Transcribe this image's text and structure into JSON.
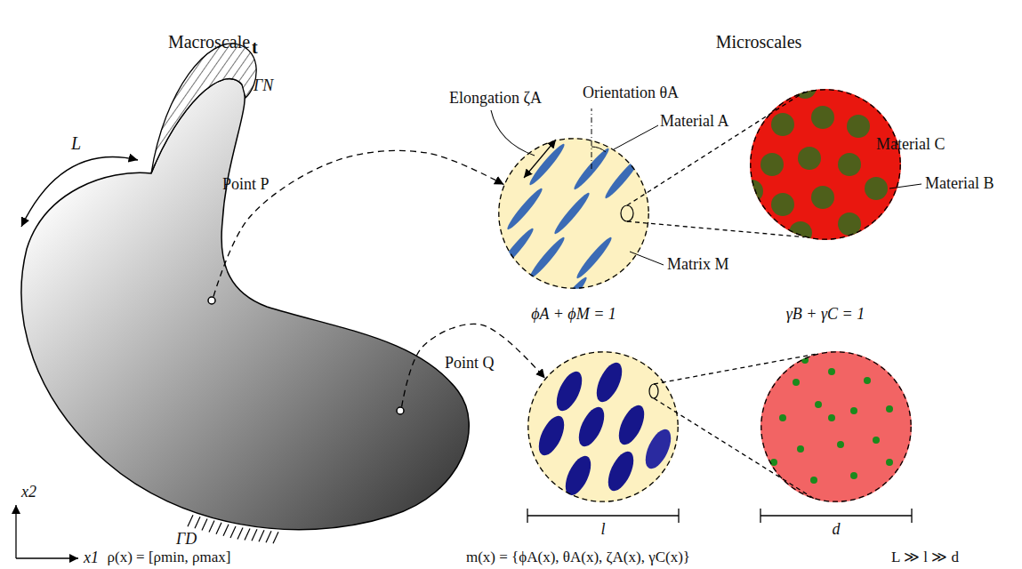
{
  "diagram": {
    "nodes": [
      {
        "text": [
          "Point P"
        ]
      },
      {
        "text": [
          "ϕA + ϕM = 1"
        ]
      },
      {
        "text": [
          "Material C",
          "γB + γC = 1"
        ]
      },
      {
        "text": [
          "Point Q"
        ]
      },
      {
        "text": [
          "l"
        ]
      },
      {
        "text": [
          "d"
        ]
      }
    ],
    "edges": [
      {
        "from": 0,
        "to": 1,
        "arrow": "to"
      },
      {
        "from": 1,
        "to": 2,
        "arrow": "none"
      },
      {
        "from": 3,
        "to": 4,
        "arrow": "to"
      },
      {
        "from": 4,
        "to": 5,
        "arrow": "none"
      }
    ],
    "labels": [
      "Macroscale",
      "Microscales",
      "L",
      "t",
      "ΓN",
      "Elongation ζA",
      "Orientation θA",
      "Material A",
      "Matrix M",
      "Material B",
      "ΓD",
      "x2",
      "x1",
      "ρ(x) = [ρmin, ρmax]",
      "m(x) = {ϕA(x), θA(x), ζA(x), γC(x)}",
      "L ≫ l ≫ d"
    ]
  }
}
